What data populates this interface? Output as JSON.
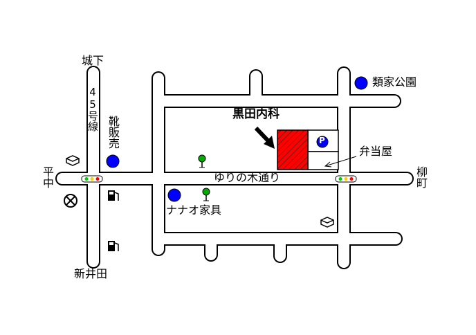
{
  "map": {
    "clinic_name": "黒田内科",
    "street_label": "ゆりの木通り",
    "place_labels": {
      "joshita": "城下",
      "route45": "45号線",
      "shoe_shop": "靴販売",
      "hiranaka": "平中",
      "shinseida": "新井田",
      "nanao_furniture": "ナナオ家具",
      "bento_shop": "弁当屋",
      "yanagimachi": "柳町",
      "ruike_park": "類家公園",
      "parking": "P"
    },
    "colors": {
      "road_outline": "#000000",
      "road_fill": "#ffffff",
      "clinic_fill": "#ff0000",
      "clinic_hatch": "#000000",
      "landmark_dot": "#0000ff",
      "tree": "#00aa00",
      "signal_green": "#00cc00",
      "signal_yellow": "#ffcc00",
      "signal_red": "#ff0000"
    },
    "icons": {
      "traffic_light": "traffic-light-icon",
      "gas_station": "gas-station-icon",
      "post_office": "post-office-icon",
      "tree": "tree-icon",
      "book_store": "book-icon",
      "arrow": "arrow-icon",
      "parking": "parking-icon"
    }
  }
}
